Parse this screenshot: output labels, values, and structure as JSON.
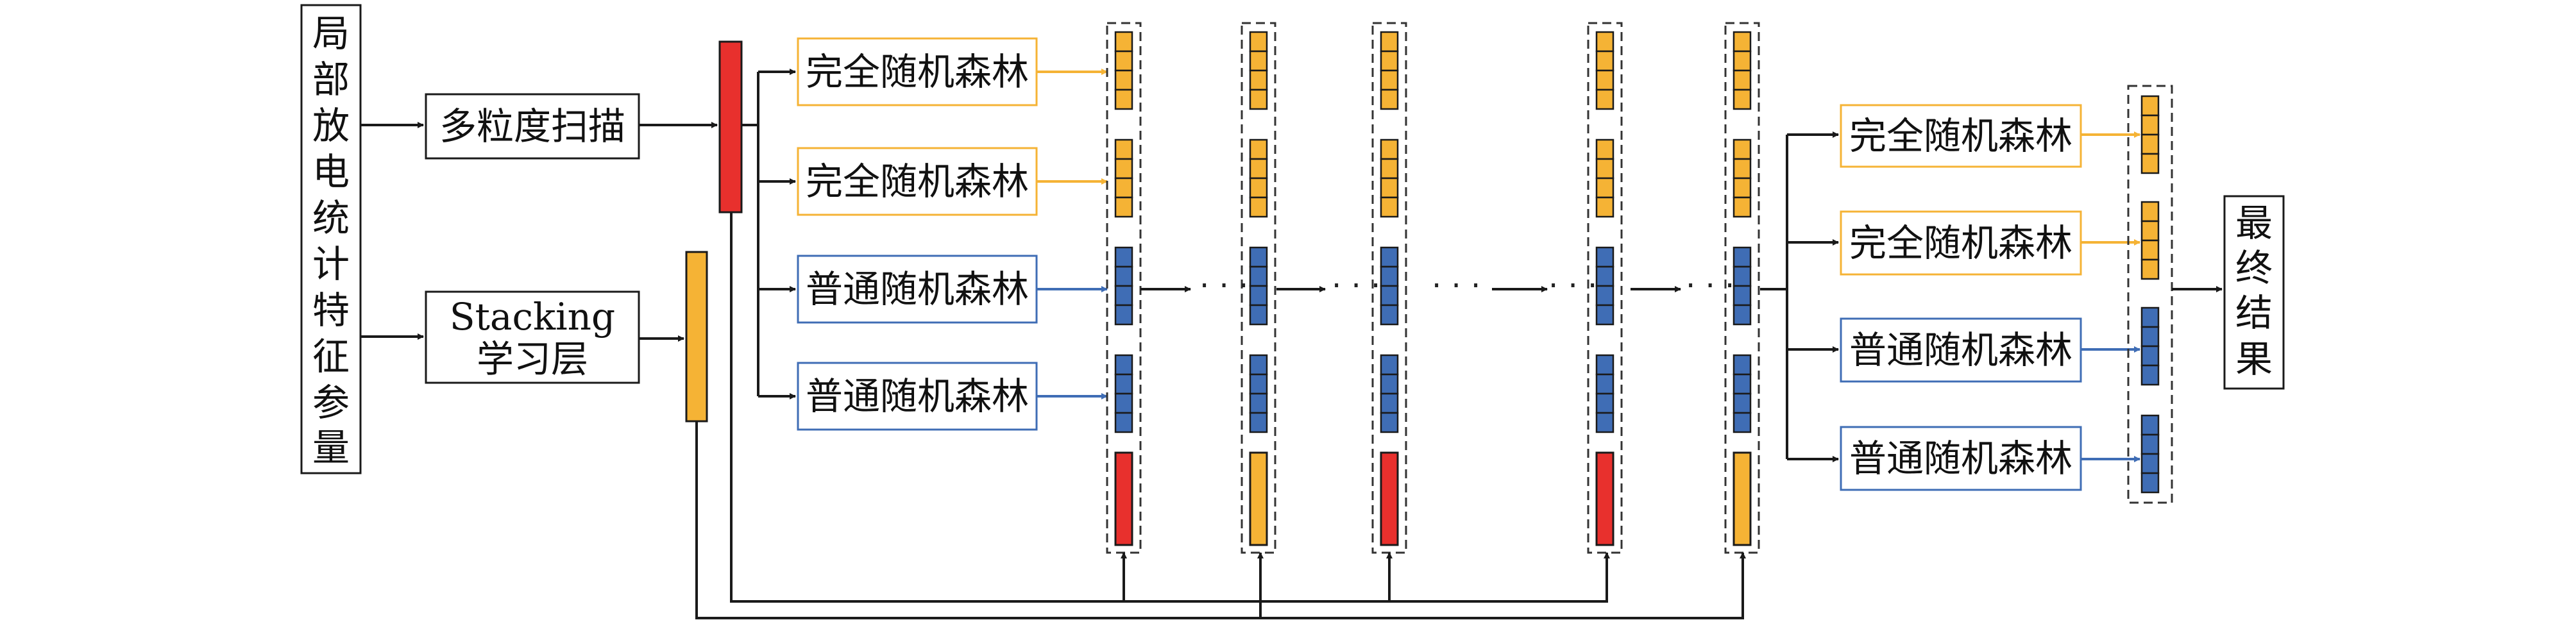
{
  "colors": {
    "orange": "#F5B335",
    "blue": "#3F6DB5",
    "red": "#E8302D",
    "line": "#1a1a1a"
  },
  "input_box": {
    "label_chars": [
      "局",
      "部",
      "放",
      "电",
      "统",
      "计",
      "特",
      "征",
      "参",
      "量"
    ]
  },
  "multigrain_box": {
    "label": "多粒度扫描"
  },
  "stacking_box": {
    "label_line1": "Stacking",
    "label_line2": "学习层"
  },
  "first_layer_forests": [
    {
      "label": "完全随机森林",
      "kind": "orange"
    },
    {
      "label": "完全随机森林",
      "kind": "orange"
    },
    {
      "label": "普通随机森林",
      "kind": "blue"
    },
    {
      "label": "普通随机森林",
      "kind": "blue"
    }
  ],
  "final_layer_forests": [
    {
      "label": "完全随机森林",
      "kind": "orange"
    },
    {
      "label": "完全随机森林",
      "kind": "orange"
    },
    {
      "label": "普通随机森林",
      "kind": "blue"
    },
    {
      "label": "普通随机森林",
      "kind": "blue"
    }
  ],
  "result_box": {
    "label_chars": [
      "最",
      "终",
      "结",
      "果"
    ]
  },
  "cascade": {
    "ellipsis": "· · ·",
    "columns": [
      {
        "bottom": "red"
      },
      {
        "bottom": "orange"
      },
      {
        "bottom": "red"
      },
      {
        "bottom": "red"
      },
      {
        "bottom": "orange"
      }
    ]
  }
}
